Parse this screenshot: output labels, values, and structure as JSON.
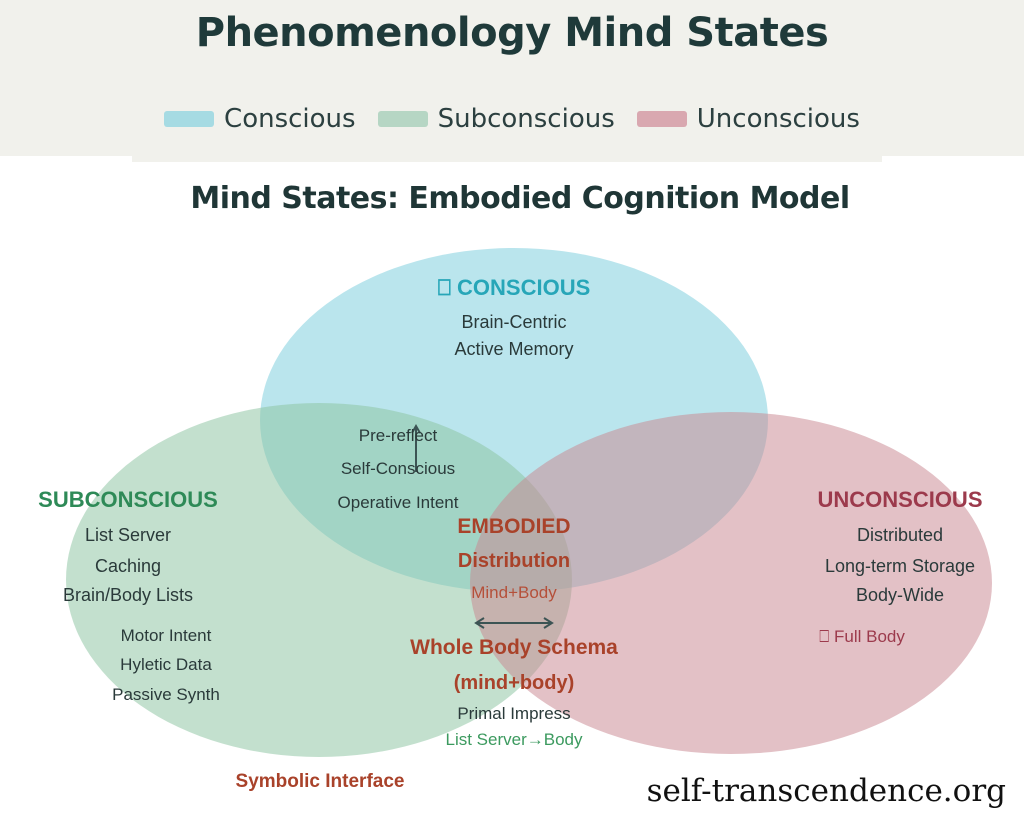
{
  "header": {
    "title": "Phenomenology Mind States",
    "legend": [
      {
        "label": "Conscious",
        "color": "#a6dbe3"
      },
      {
        "label": "Subconscious",
        "color": "#b6d6c4"
      },
      {
        "label": "Unconscious",
        "color": "#d9a8b0"
      }
    ]
  },
  "diagram": {
    "title": "Mind States: Embodied Cognition Model",
    "colors": {
      "conscious_fill": "#88d3e0",
      "subconscious_fill": "#8cc4a2",
      "unconscious_fill": "#c98892",
      "conscious_heading": "#27a6b8",
      "subconscious_heading": "#2e8a57",
      "unconscious_heading": "#9c3a4c",
      "embodied_heading": "#a9422a",
      "body_text": "#2a3a3a",
      "green_text": "#3c9a5f"
    },
    "conscious": {
      "heading": "⎕ CONSCIOUS",
      "lines": [
        "Brain-Centric",
        "Active Memory"
      ]
    },
    "subconscious": {
      "heading": "SUBCONSCIOUS",
      "lines": [
        "List Server",
        "Caching",
        "Brain/Body Lists"
      ],
      "inner_lines": [
        "Motor Intent",
        "Hyletic Data",
        "Passive Synth"
      ]
    },
    "unconscious": {
      "heading": "UNCONSCIOUS",
      "lines": [
        "Distributed",
        "Long-term Storage",
        "Body-Wide"
      ],
      "note": "⎕ Full Body"
    },
    "overlap_cs": {
      "lines": [
        "Pre-reflect",
        "Self-Conscious",
        "Operative Intent"
      ]
    },
    "embodied": {
      "heading": "EMBODIED",
      "subheading": "Distribution",
      "note": "Mind+Body"
    },
    "whole_body": {
      "heading": "Whole Body Schema",
      "subheading": "(mind+body)",
      "line": "Primal Impress",
      "green_line": "List Server→Body"
    },
    "symbolic": "Symbolic Interface"
  },
  "watermark": "self-transcendence.org"
}
